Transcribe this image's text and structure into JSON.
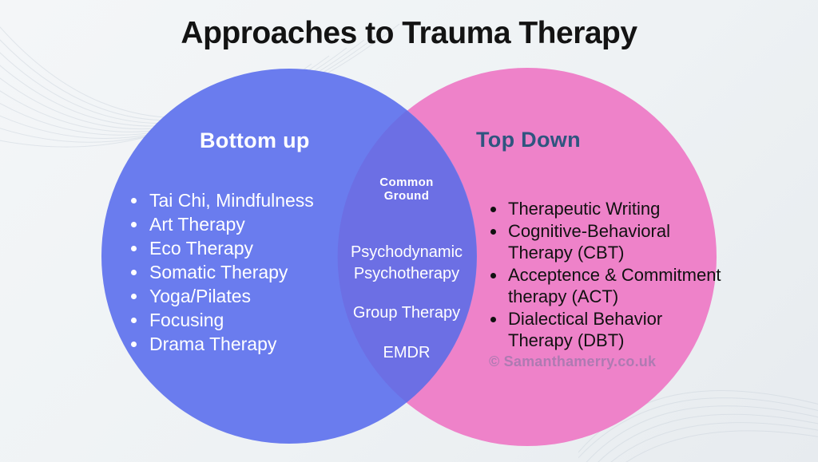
{
  "title": "Approaches to Trauma Therapy",
  "venn": {
    "left": {
      "heading": "Bottom up",
      "heading_color": "#ffffff",
      "color": "#6a7cee",
      "items": [
        "Tai Chi, Mindfulness",
        "Art Therapy",
        "Eco Therapy",
        "Somatic Therapy",
        "Yoga/Pilates",
        "Focusing",
        "Drama Therapy"
      ]
    },
    "right": {
      "heading": "Top Down",
      "heading_color": "#2f557f",
      "color": "#ee82c9",
      "items": [
        "Therapeutic Writing",
        "Cognitive-Behavioral\nTherapy (CBT)",
        "Acceptence & Commitment\ntherapy (ACT)",
        "Dialectical Behavior\nTherapy (DBT)"
      ]
    },
    "overlap": {
      "heading": "Common\nGround",
      "color": "#6c6fe4",
      "items": [
        "Psychodynamic\nPsychotherapy",
        "Group Therapy",
        "EMDR"
      ]
    }
  },
  "copyright": "© Samanthamerry.co.uk",
  "colors": {
    "background": "#eef1f3",
    "title_text": "#131313",
    "left_list_text": "#ffffff",
    "right_list_text": "#111111",
    "copyright_text": "#a479ae"
  }
}
